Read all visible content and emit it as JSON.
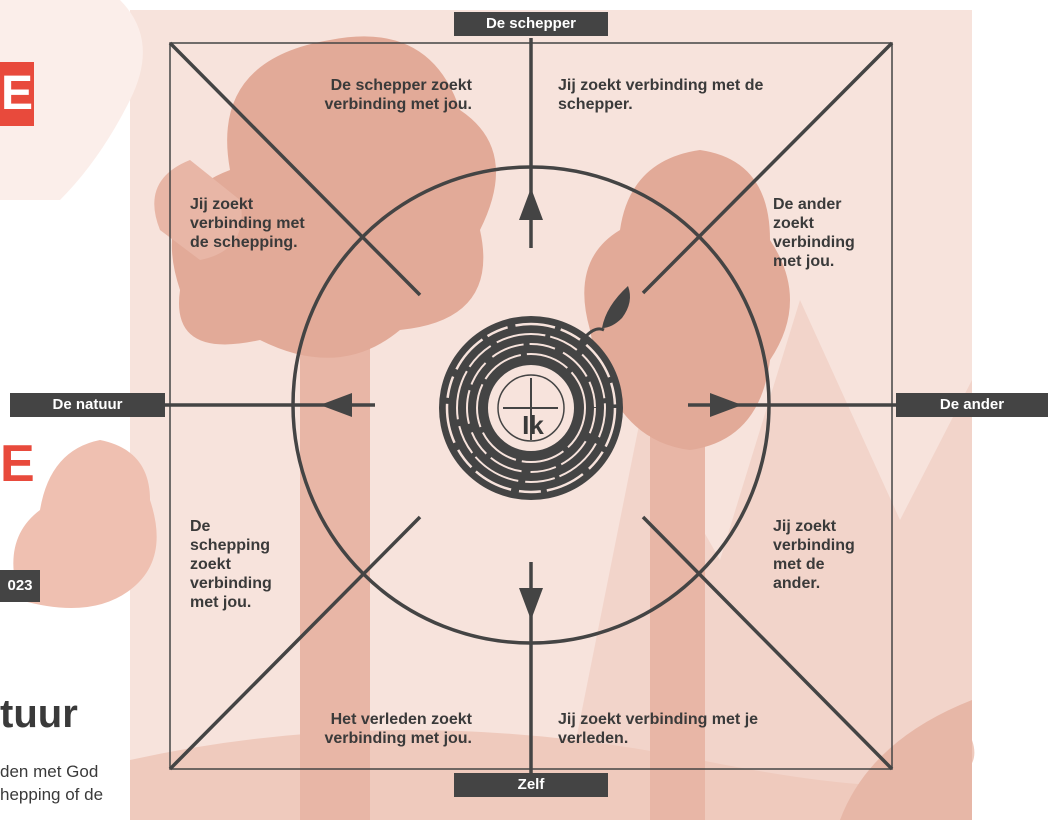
{
  "colors": {
    "background": "#ffffff",
    "panel": "#f7e3dc",
    "tree_light": "#efc9bd",
    "tree_mid": "#e2aa98",
    "diagram_stroke": "#444444",
    "tag_bg": "#444444",
    "tag_text": "#ffffff",
    "accent_red": "#e84a3c"
  },
  "page_left": {
    "red_badge_top": "E",
    "red_badge_mid": "E",
    "year_badge": "023",
    "heading_fragment": "tuur",
    "body_line1": "den met God",
    "body_line2": "hepping of de"
  },
  "diagram": {
    "axis_top": "De schepper",
    "axis_left": "De natuur",
    "axis_right": "De ander",
    "axis_bottom": "Zelf",
    "center": "Ik",
    "segments": {
      "top_left": "De schepper zoekt verbinding met jou.",
      "top_right": "Jij zoekt verbinding met de schepper.",
      "left_top": "Jij zoekt verbinding met de schepping.",
      "right_top": "De ander zoekt verbinding met jou.",
      "left_bottom": "De schepping zoekt verbinding met jou.",
      "right_bottom": "Jij zoekt verbinding met de ander.",
      "bottom_left": "Het verleden zoekt verbinding met jou.",
      "bottom_right": "Jij zoekt verbinding met je verleden."
    },
    "icons": [
      "tree-ring-icon",
      "leaf-icon",
      "arrow-up-icon",
      "arrow-down-icon",
      "arrow-left-icon",
      "arrow-right-icon"
    ]
  }
}
